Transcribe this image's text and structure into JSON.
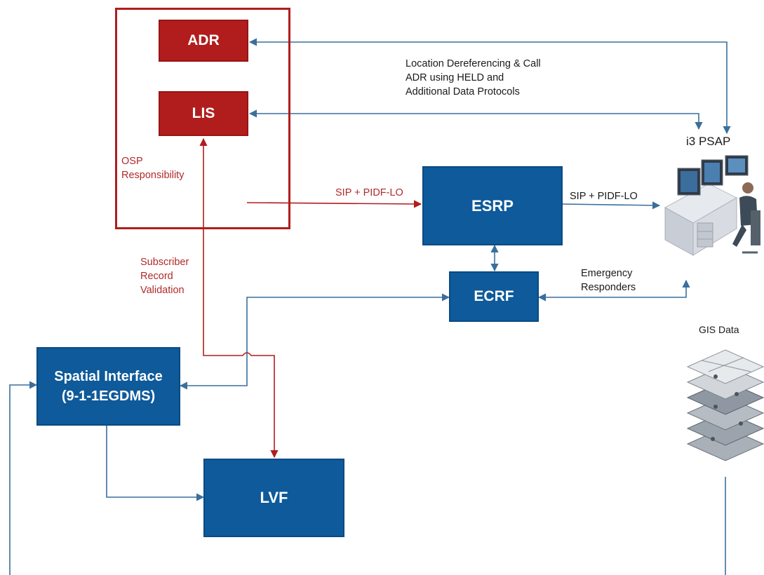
{
  "nodes": {
    "adr": "ADR",
    "lis": "LIS",
    "esrp": "ESRP",
    "ecrf": "ECRF",
    "spatial_interface": "Spatial Interface (9-1-1EGDMS)",
    "lvf": "LVF"
  },
  "labels": {
    "location_dereferencing_line1": "Location Dereferencing & Call",
    "location_dereferencing_line2": "ADR using HELD and",
    "location_dereferencing_line3": "Additional Data Protocols",
    "osp_line1": "OSP",
    "osp_line2": "Responsibility",
    "subscriber_line1": "Subscriber",
    "subscriber_line2": "Record",
    "subscriber_line3": "Validation",
    "sip_pidf_lo_in": "SIP + PIDF-LO",
    "sip_pidf_lo_out": "SIP + PIDF-LO",
    "emergency_line1": "Emergency",
    "emergency_line2": "Responders",
    "i3_psap": "i3 PSAP",
    "gis_data": "GIS Data"
  },
  "icons": {
    "psap_operator": "psap-operator-icon",
    "gis_layers": "gis-layers-icon"
  },
  "colors": {
    "red": "#b11d1d",
    "blue": "#0e5a9a",
    "link_blue": "#3a6f9c",
    "link_red": "#b11d1d"
  }
}
